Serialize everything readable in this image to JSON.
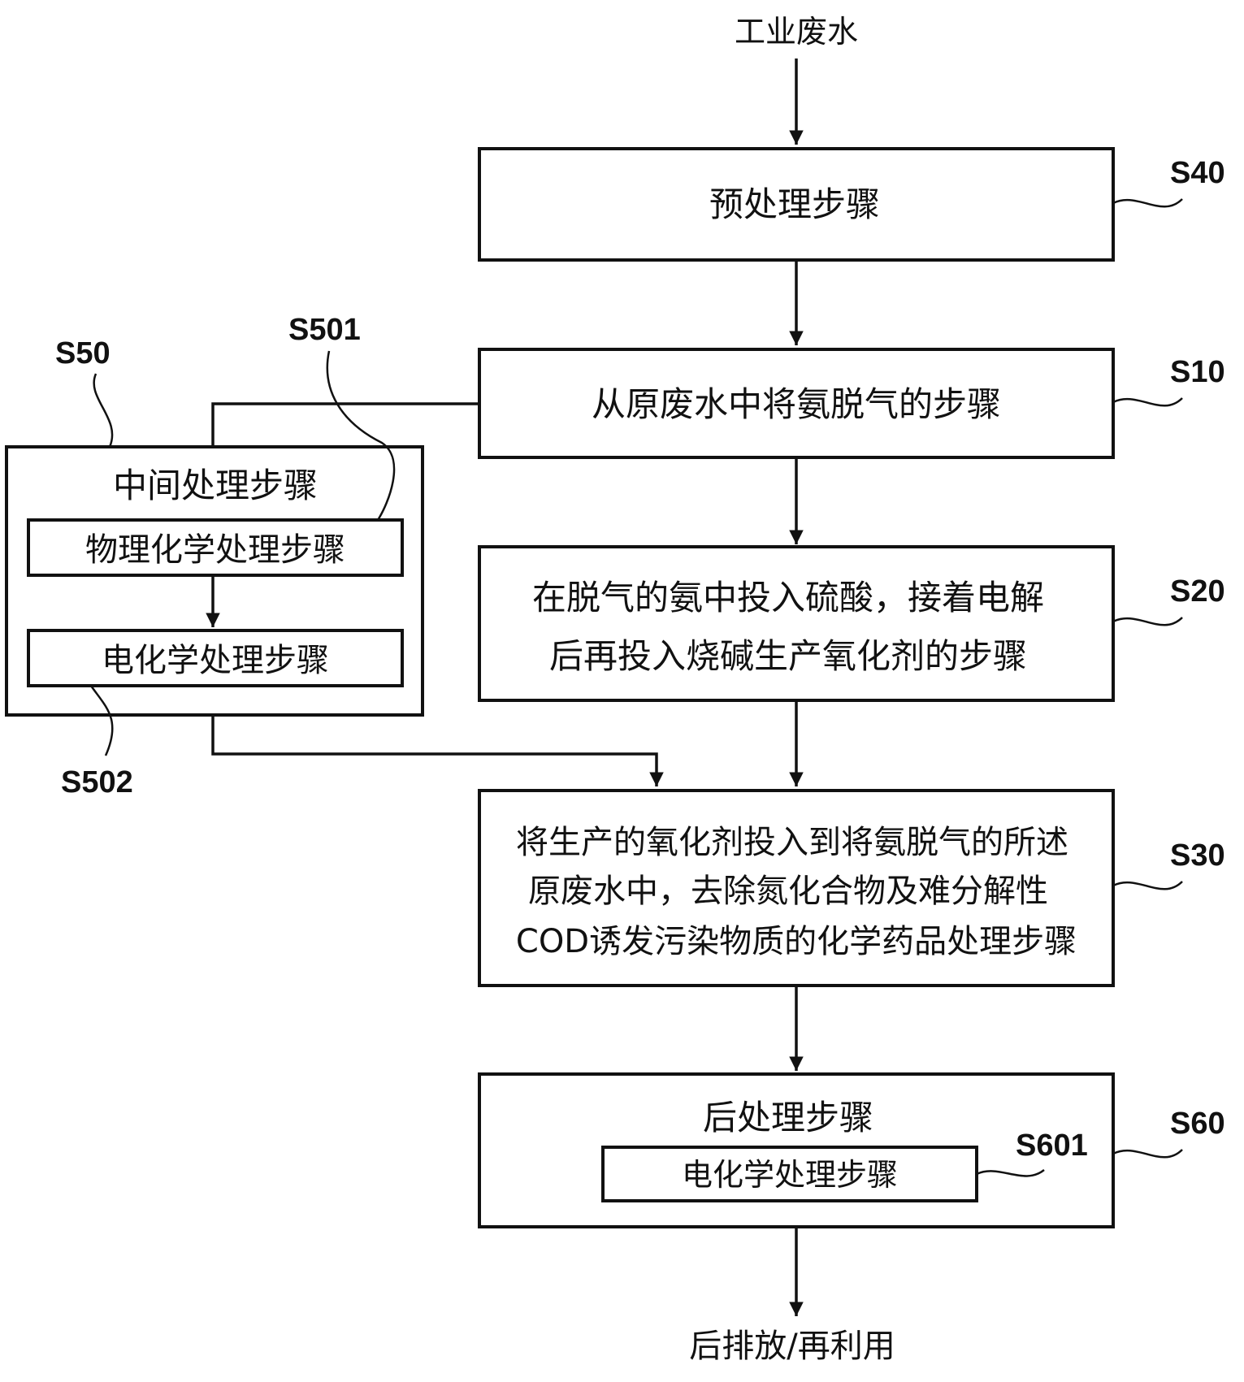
{
  "input": "工业废水",
  "output": "后排放/再利用",
  "steps": {
    "s40": {
      "label": "S40",
      "lines": [
        "预处理步骤"
      ]
    },
    "s10": {
      "label": "S10",
      "lines": [
        "从原废水中将氨脱气的步骤"
      ]
    },
    "s20": {
      "label": "S20",
      "lines": [
        "在脱气的氨中投入硫酸，接着电解",
        "后再投入烧碱生产氧化剂的步骤"
      ]
    },
    "s30": {
      "label": "S30",
      "lines": [
        "将生产的氧化剂投入到将氨脱气的所述",
        "原废水中，去除氮化合物及难分解性",
        "COD诱发污染物质的化学药品处理步骤"
      ]
    },
    "s60": {
      "label": "S60",
      "title": "后处理步骤",
      "sub": {
        "label": "S601",
        "text": "电化学处理步骤"
      }
    },
    "s50": {
      "label": "S50",
      "title": "中间处理步骤",
      "sub1": {
        "label": "S501",
        "text": "物理化学处理步骤"
      },
      "sub2": {
        "label": "S502",
        "text": "电化学处理步骤"
      }
    }
  }
}
